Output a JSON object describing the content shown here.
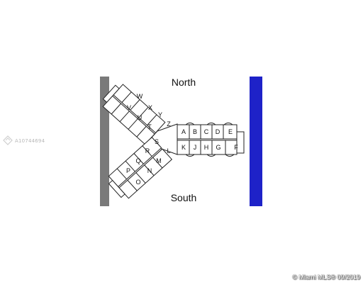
{
  "listing_id": "A10744694",
  "watermark": "© Miami MLS® 09/2019",
  "plan": {
    "north_label": "North",
    "south_label": "South",
    "colors": {
      "left_strip": "#7a7a7a",
      "right_strip": "#1e22c8",
      "line": "#222222",
      "fill": "#ffffff"
    },
    "east_wing_top": [
      "A",
      "B",
      "C",
      "D",
      "E"
    ],
    "east_wing_bottom": [
      "K",
      "J",
      "H",
      "G",
      "F"
    ],
    "northwest_wing": [
      "W",
      "V",
      "X",
      "U",
      "Y",
      "T",
      "Z"
    ],
    "southwest_wing": [
      "S",
      "R",
      "L",
      "Q",
      "M",
      "P",
      "N",
      "O"
    ]
  }
}
